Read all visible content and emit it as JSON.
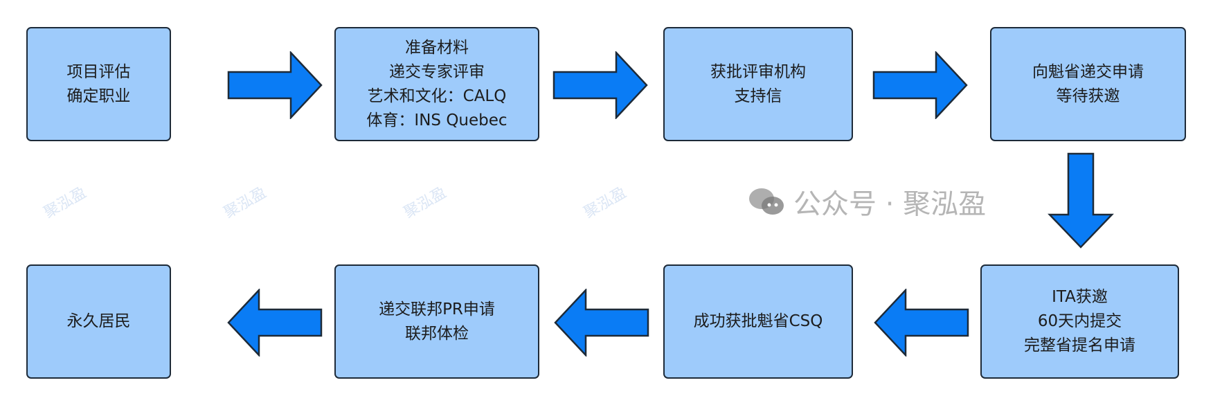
{
  "steps": [
    {
      "lines": [
        "项目评估",
        "确定职业"
      ]
    },
    {
      "lines": [
        "准备材料",
        "递交专家评审",
        "艺术和文化：CALQ",
        "体育：INS Quebec"
      ]
    },
    {
      "lines": [
        "获批评审机构",
        "支持信"
      ]
    },
    {
      "lines": [
        "向魁省递交申请",
        "等待获邀"
      ]
    },
    {
      "lines": [
        "ITA获邀",
        "60天内提交",
        "完整省提名申请"
      ]
    },
    {
      "lines": [
        "成功获批魁省CSQ"
      ]
    },
    {
      "lines": [
        "递交联邦PR申请",
        "联邦体检"
      ]
    },
    {
      "lines": [
        "永久居民"
      ]
    }
  ],
  "colors": {
    "box_fill": "#9ecbfb",
    "box_border": "#1d2a38",
    "arrow_fill": "#0a7cf5"
  },
  "watermark": {
    "logo_text": "聚泓盈",
    "footer": "公众号 · 聚泓盈",
    "footer_icon": "wechat-icon"
  }
}
